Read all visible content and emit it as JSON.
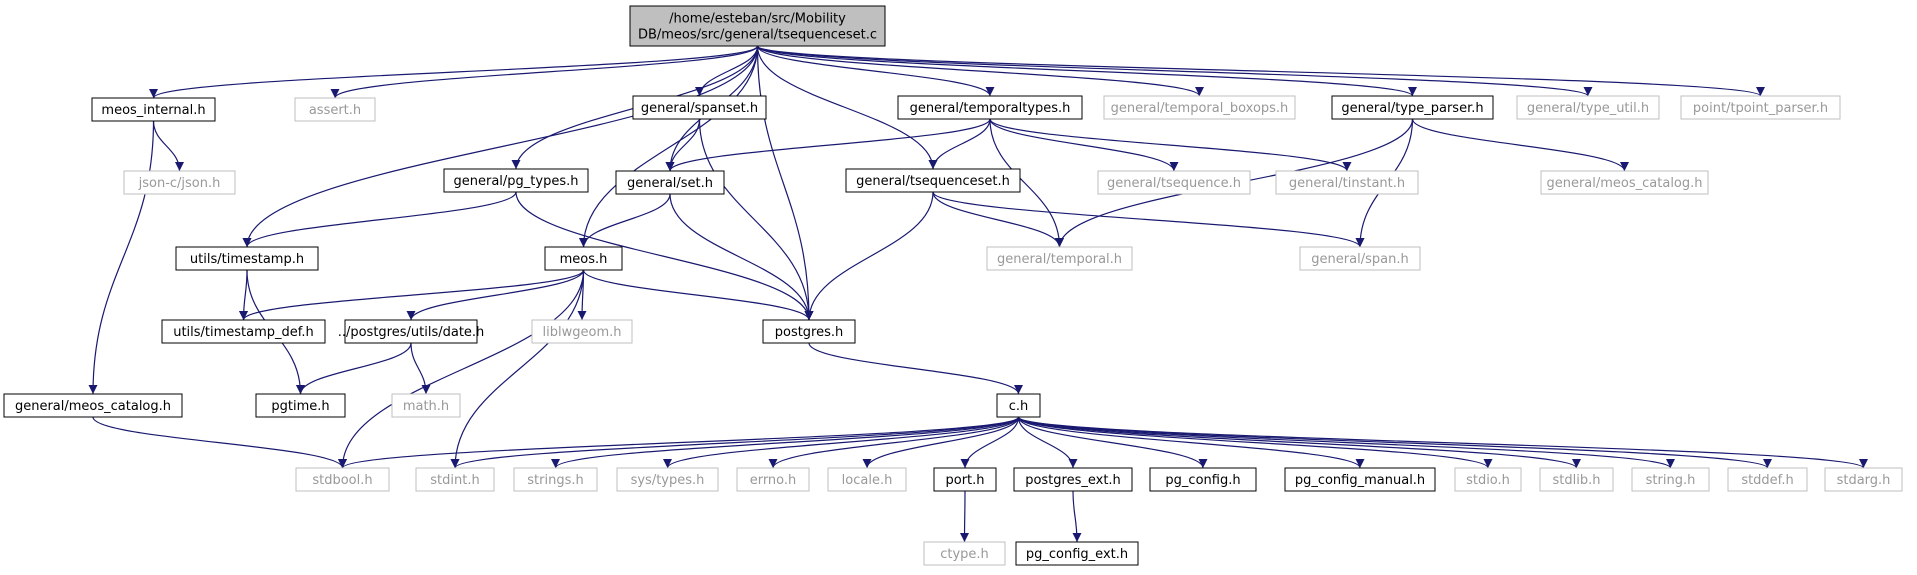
{
  "graph": {
    "colors": {
      "edge": "#191970",
      "node_border": "#000000",
      "faded_border": "#bfbfbf",
      "faded_text": "#999999",
      "root_fill": "#bfbfbf",
      "node_text": "#000000"
    },
    "nodes": [
      {
        "id": "root",
        "lines": [
          "/home/esteban/src/Mobility",
          "DB/meos/src/general/tsequenceset.c"
        ],
        "style": "root"
      },
      {
        "id": "meos_internal_h",
        "lines": [
          "meos_internal.h"
        ],
        "style": "normal"
      },
      {
        "id": "assert_h",
        "lines": [
          "assert.h"
        ],
        "style": "faded"
      },
      {
        "id": "general_spanset_h",
        "lines": [
          "general/spanset.h"
        ],
        "style": "normal"
      },
      {
        "id": "general_temporaltypes_h",
        "lines": [
          "general/temporaltypes.h"
        ],
        "style": "normal"
      },
      {
        "id": "general_temporal_boxops_h",
        "lines": [
          "general/temporal_boxops.h"
        ],
        "style": "faded"
      },
      {
        "id": "general_type_parser_h",
        "lines": [
          "general/type_parser.h"
        ],
        "style": "normal"
      },
      {
        "id": "general_type_util_h",
        "lines": [
          "general/type_util.h"
        ],
        "style": "faded"
      },
      {
        "id": "point_tpoint_parser_h",
        "lines": [
          "point/tpoint_parser.h"
        ],
        "style": "faded"
      },
      {
        "id": "json_c_json_h",
        "lines": [
          "json-c/json.h"
        ],
        "style": "faded"
      },
      {
        "id": "general_pg_types_h",
        "lines": [
          "general/pg_types.h"
        ],
        "style": "normal"
      },
      {
        "id": "general_set_h",
        "lines": [
          "general/set.h"
        ],
        "style": "normal"
      },
      {
        "id": "general_tsequenceset_h",
        "lines": [
          "general/tsequenceset.h"
        ],
        "style": "normal"
      },
      {
        "id": "general_tsequence_h",
        "lines": [
          "general/tsequence.h"
        ],
        "style": "faded"
      },
      {
        "id": "general_tinstant_h",
        "lines": [
          "general/tinstant.h"
        ],
        "style": "faded"
      },
      {
        "id": "general_meos_catalog_h_faded",
        "lines": [
          "general/meos_catalog.h"
        ],
        "style": "faded"
      },
      {
        "id": "utils_timestamp_h",
        "lines": [
          "utils/timestamp.h"
        ],
        "style": "normal"
      },
      {
        "id": "meos_h",
        "lines": [
          "meos.h"
        ],
        "style": "normal"
      },
      {
        "id": "general_temporal_h",
        "lines": [
          "general/temporal.h"
        ],
        "style": "faded"
      },
      {
        "id": "general_span_h",
        "lines": [
          "general/span.h"
        ],
        "style": "faded"
      },
      {
        "id": "utils_timestamp_def_h",
        "lines": [
          "utils/timestamp_def.h"
        ],
        "style": "normal"
      },
      {
        "id": "postgres_utils_date_h",
        "lines": [
          "../postgres/utils/date.h"
        ],
        "style": "normal"
      },
      {
        "id": "liblwgeom_h",
        "lines": [
          "liblwgeom.h"
        ],
        "style": "faded"
      },
      {
        "id": "postgres_h",
        "lines": [
          "postgres.h"
        ],
        "style": "normal"
      },
      {
        "id": "general_meos_catalog_h",
        "lines": [
          "general/meos_catalog.h"
        ],
        "style": "normal"
      },
      {
        "id": "pgtime_h",
        "lines": [
          "pgtime.h"
        ],
        "style": "normal"
      },
      {
        "id": "math_h",
        "lines": [
          "math.h"
        ],
        "style": "faded"
      },
      {
        "id": "c_h",
        "lines": [
          "c.h"
        ],
        "style": "normal"
      },
      {
        "id": "stdbool_h",
        "lines": [
          "stdbool.h"
        ],
        "style": "faded"
      },
      {
        "id": "stdint_h",
        "lines": [
          "stdint.h"
        ],
        "style": "faded"
      },
      {
        "id": "strings_h",
        "lines": [
          "strings.h"
        ],
        "style": "faded"
      },
      {
        "id": "sys_types_h",
        "lines": [
          "sys/types.h"
        ],
        "style": "faded"
      },
      {
        "id": "errno_h",
        "lines": [
          "errno.h"
        ],
        "style": "faded"
      },
      {
        "id": "locale_h",
        "lines": [
          "locale.h"
        ],
        "style": "faded"
      },
      {
        "id": "port_h",
        "lines": [
          "port.h"
        ],
        "style": "normal"
      },
      {
        "id": "postgres_ext_h",
        "lines": [
          "postgres_ext.h"
        ],
        "style": "normal"
      },
      {
        "id": "pg_config_h",
        "lines": [
          "pg_config.h"
        ],
        "style": "normal"
      },
      {
        "id": "pg_config_manual_h",
        "lines": [
          "pg_config_manual.h"
        ],
        "style": "normal"
      },
      {
        "id": "stdio_h",
        "lines": [
          "stdio.h"
        ],
        "style": "faded"
      },
      {
        "id": "stdlib_h",
        "lines": [
          "stdlib.h"
        ],
        "style": "faded"
      },
      {
        "id": "string_h",
        "lines": [
          "string.h"
        ],
        "style": "faded"
      },
      {
        "id": "stddef_h",
        "lines": [
          "stddef.h"
        ],
        "style": "faded"
      },
      {
        "id": "stdarg_h",
        "lines": [
          "stdarg.h"
        ],
        "style": "faded"
      },
      {
        "id": "ctype_h",
        "lines": [
          "ctype.h"
        ],
        "style": "faded"
      },
      {
        "id": "pg_config_ext_h",
        "lines": [
          "pg_config_ext.h"
        ],
        "style": "normal"
      }
    ],
    "edges": [
      [
        "root",
        "meos_internal_h"
      ],
      [
        "root",
        "assert_h"
      ],
      [
        "root",
        "general_spanset_h"
      ],
      [
        "root",
        "general_temporaltypes_h"
      ],
      [
        "root",
        "general_temporal_boxops_h"
      ],
      [
        "root",
        "general_type_parser_h"
      ],
      [
        "root",
        "general_type_util_h"
      ],
      [
        "root",
        "point_tpoint_parser_h"
      ],
      [
        "root",
        "general_pg_types_h"
      ],
      [
        "root",
        "general_set_h"
      ],
      [
        "root",
        "general_tsequenceset_h"
      ],
      [
        "root",
        "utils_timestamp_h"
      ],
      [
        "root",
        "meos_h"
      ],
      [
        "root",
        "postgres_h"
      ],
      [
        "meos_internal_h",
        "json_c_json_h"
      ],
      [
        "meos_internal_h",
        "general_meos_catalog_h"
      ],
      [
        "general_spanset_h",
        "general_set_h"
      ],
      [
        "general_spanset_h",
        "postgres_h"
      ],
      [
        "general_temporaltypes_h",
        "general_set_h"
      ],
      [
        "general_temporaltypes_h",
        "general_tsequenceset_h"
      ],
      [
        "general_temporaltypes_h",
        "general_tsequence_h"
      ],
      [
        "general_temporaltypes_h",
        "general_tinstant_h"
      ],
      [
        "general_temporaltypes_h",
        "general_temporal_h"
      ],
      [
        "general_type_parser_h",
        "general_meos_catalog_h_faded"
      ],
      [
        "general_type_parser_h",
        "general_temporal_h"
      ],
      [
        "general_type_parser_h",
        "general_span_h"
      ],
      [
        "general_pg_types_h",
        "utils_timestamp_h"
      ],
      [
        "general_pg_types_h",
        "postgres_h"
      ],
      [
        "general_set_h",
        "meos_h"
      ],
      [
        "general_set_h",
        "postgres_h"
      ],
      [
        "general_tsequenceset_h",
        "general_temporal_h"
      ],
      [
        "general_tsequenceset_h",
        "general_span_h"
      ],
      [
        "general_tsequenceset_h",
        "postgres_h"
      ],
      [
        "utils_timestamp_h",
        "utils_timestamp_def_h"
      ],
      [
        "utils_timestamp_h",
        "pgtime_h"
      ],
      [
        "meos_h",
        "utils_timestamp_def_h"
      ],
      [
        "meos_h",
        "postgres_utils_date_h"
      ],
      [
        "meos_h",
        "liblwgeom_h"
      ],
      [
        "meos_h",
        "postgres_h"
      ],
      [
        "meos_h",
        "stdbool_h"
      ],
      [
        "meos_h",
        "stdint_h"
      ],
      [
        "postgres_utils_date_h",
        "pgtime_h"
      ],
      [
        "postgres_utils_date_h",
        "math_h"
      ],
      [
        "general_meos_catalog_h",
        "stdbool_h"
      ],
      [
        "postgres_h",
        "c_h"
      ],
      [
        "c_h",
        "stdbool_h"
      ],
      [
        "c_h",
        "stdint_h"
      ],
      [
        "c_h",
        "strings_h"
      ],
      [
        "c_h",
        "sys_types_h"
      ],
      [
        "c_h",
        "errno_h"
      ],
      [
        "c_h",
        "locale_h"
      ],
      [
        "c_h",
        "port_h"
      ],
      [
        "c_h",
        "postgres_ext_h"
      ],
      [
        "c_h",
        "pg_config_h"
      ],
      [
        "c_h",
        "pg_config_manual_h"
      ],
      [
        "c_h",
        "stdio_h"
      ],
      [
        "c_h",
        "stdlib_h"
      ],
      [
        "c_h",
        "string_h"
      ],
      [
        "c_h",
        "stddef_h"
      ],
      [
        "c_h",
        "stdarg_h"
      ],
      [
        "port_h",
        "ctype_h"
      ],
      [
        "postgres_ext_h",
        "pg_config_ext_h"
      ]
    ]
  }
}
